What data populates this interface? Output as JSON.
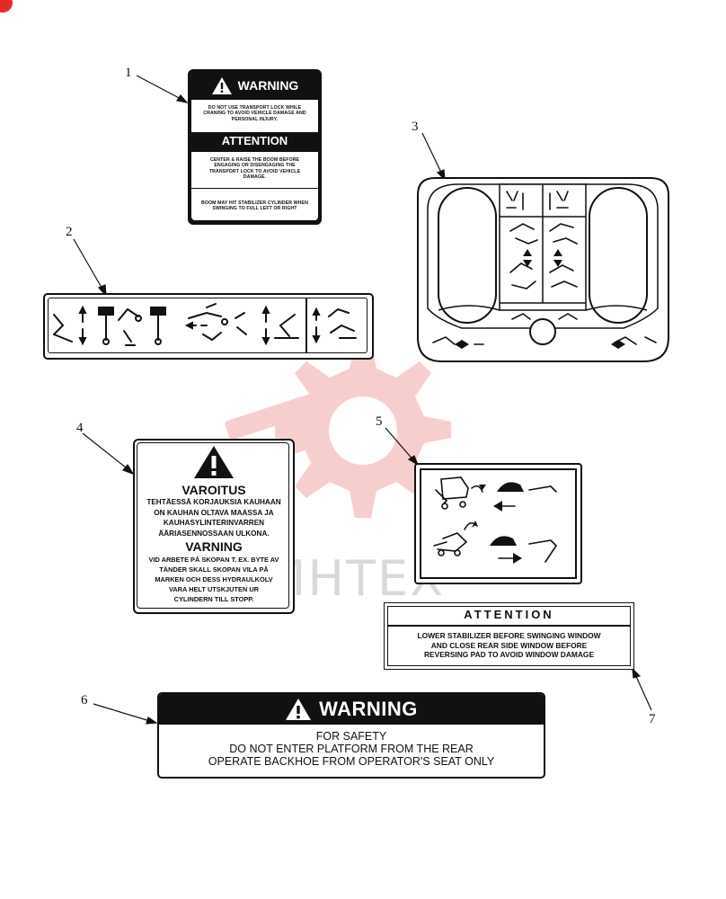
{
  "callouts": [
    "1",
    "2",
    "3",
    "4",
    "5",
    "6",
    "7"
  ],
  "decal1": {
    "warning_title": "WARNING",
    "warning_body": "DO NOT USE TRANSPORT LOCK WHILE CRANING TO AVOID VEHICLE DAMAGE AND PERSONAL INJURY.",
    "attention_title": "ATTENTION",
    "attention_body": "CENTER & RAISE THE BOOM BEFORE ENGAGING OR DISENGAGING THE TRANSPORT LOCK TO AVOID VEHICLE DAMAGE.",
    "footer_body": "BOOM MAY HIT STABILIZER CYLINDER WHEN SWINGING TO FULL LEFT OR RIGHT"
  },
  "decal4": {
    "title_fi": "VAROITUS",
    "body_fi": [
      "TEHTÄESSÄ KORJAUKSIA KAUHAAN",
      "ON KAUHAN OLTAVA MAASSA JA",
      "KAUHASYLINTERINVARREN",
      "ÄÄRIASENNOSSAAN ULKONA."
    ],
    "title_sv": "VARNING",
    "body_sv": [
      "VID ARBETE PÅ SKOPAN T. EX. BYTE AV",
      "TÄNDER SKALL SKOPAN VILA PÅ",
      "MARKEN OCH DESS HYDRAULKOLV",
      "VARA HELT UTSKJUTEN UR",
      "CYLINDERN TILL STOPP."
    ]
  },
  "decal6": {
    "title": "WARNING",
    "lines": [
      "FOR SAFETY",
      "DO NOT ENTER PLATFORM FROM THE REAR",
      "OPERATE BACKHOE FROM OPERATOR'S SEAT ONLY"
    ]
  },
  "decal7": {
    "title": "ATTENTION",
    "lines": [
      "LOWER STABILIZER BEFORE SWINGING WINDOW",
      "AND CLOSE REAR SIDE WINDOW BEFORE",
      "REVERSING PAD TO AVOID WINDOW DAMAGE"
    ]
  },
  "watermark": {
    "text": "ИНТЕХ",
    "color": "#f2a7a7"
  },
  "colors": {
    "ink": "#111111",
    "brand_red": "#e32a2a"
  }
}
